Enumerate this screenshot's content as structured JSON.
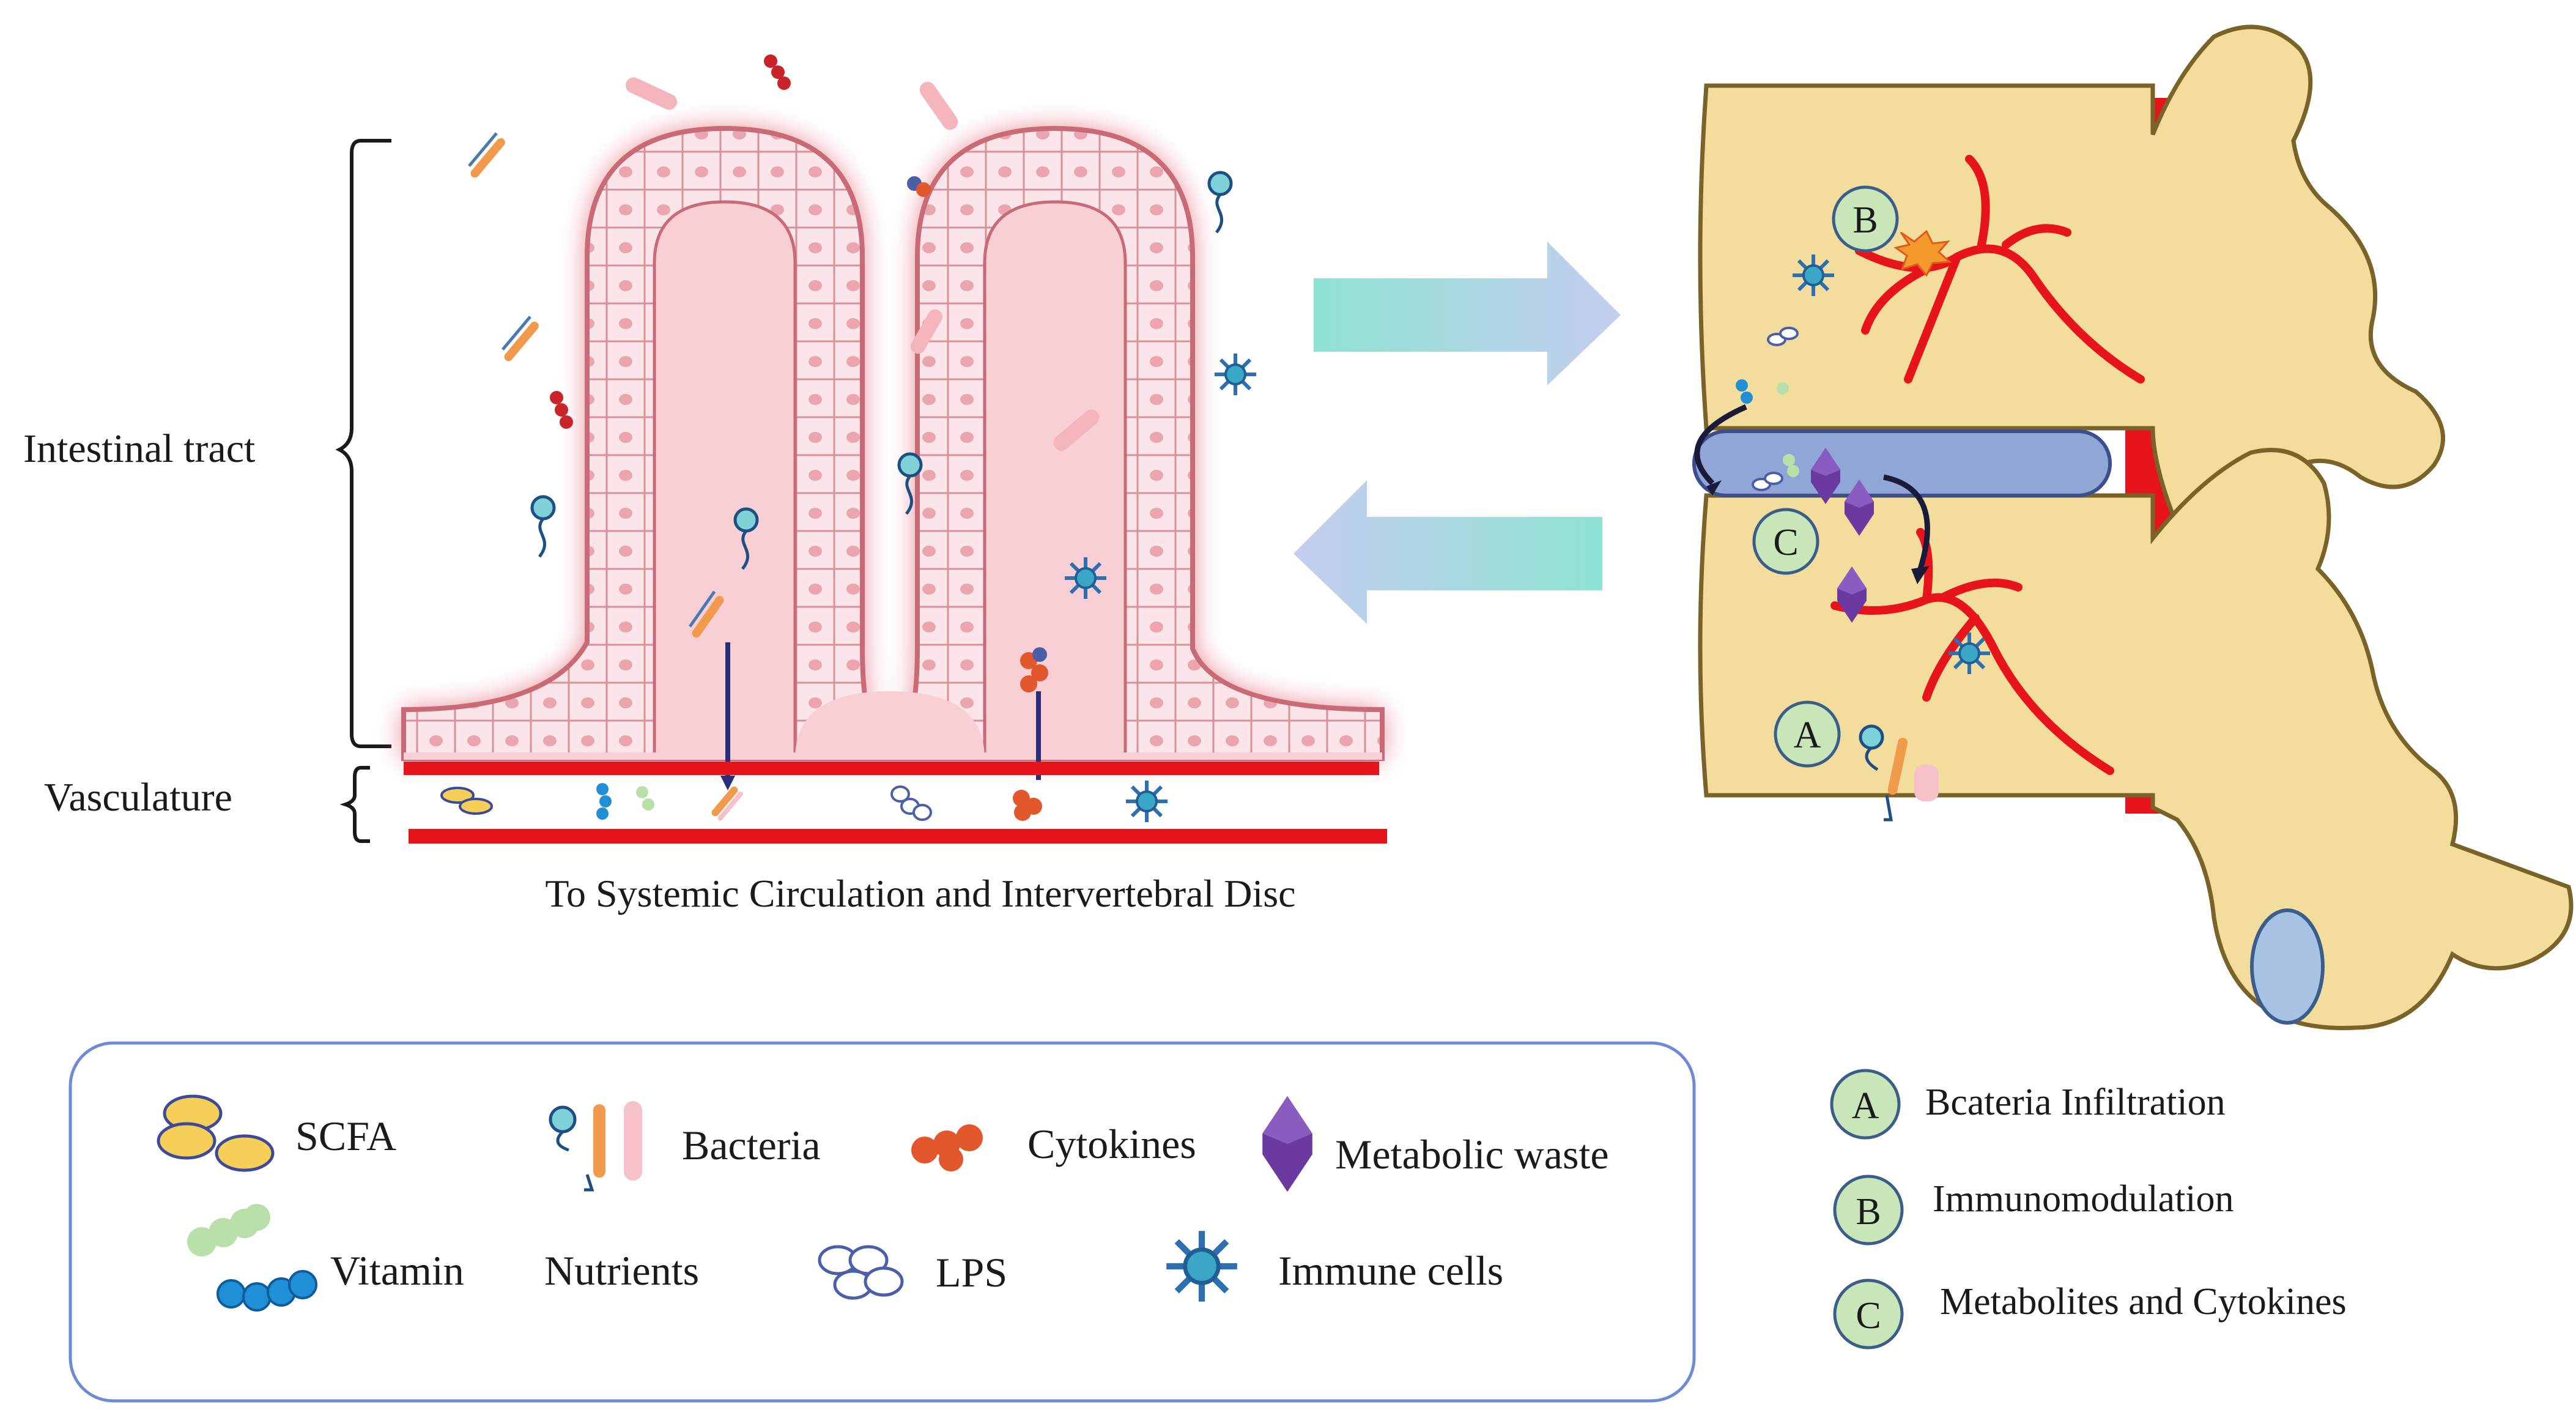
{
  "labels": {
    "intestinal_tract": "Intestinal tract",
    "vasculature": "Vasculature",
    "caption": "To Systemic Circulation and Intervertebral Disc"
  },
  "markers": {
    "a": "A",
    "b": "B",
    "c": "C"
  },
  "legend": {
    "scfa": "SCFA",
    "bacteria": "Bacteria",
    "cytokines": "Cytokines",
    "metabolic_waste": "Metabolic waste",
    "vitamin": "Vitamin",
    "nutrients": "Nutrients",
    "lps": "LPS",
    "immune_cells": "Immune cells"
  },
  "key": [
    {
      "letter": "A",
      "text": "Bcateria Infiltration"
    },
    {
      "letter": "B",
      "text": "Immunomodulation"
    },
    {
      "letter": "C",
      "text": "Metabolites and Cytokines"
    }
  ],
  "colors": {
    "vessel_red": "#e8141b",
    "tissue_pink": "#f6cdd2",
    "bone": "#f3dd9d",
    "disc_blue": "#8fa6d6",
    "arrow_teal": "#9fe0d6",
    "arrow_lavender": "#c4cdee",
    "marker_green": "#c9e6b9",
    "legend_border": "#6f8ad6"
  }
}
